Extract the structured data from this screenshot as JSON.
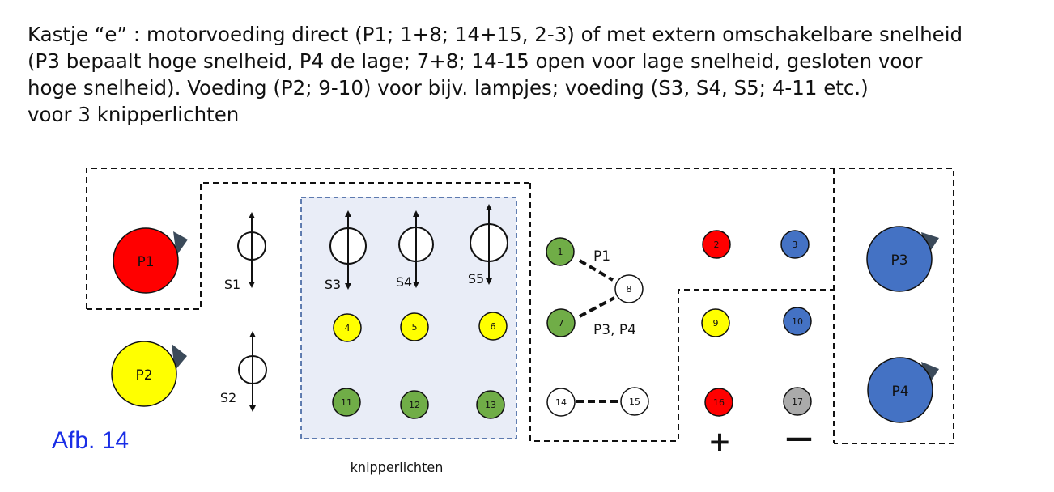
{
  "caption": {
    "line1": "Kastje “e” : motorvoeding direct (P1; 1+8; 14+15, 2-3) of  met extern omschakelbare snelheid",
    "line2": " (P3 bepaalt hoge snelheid, P4 de lage; 7+8; 14-15 open voor lage snelheid, gesloten voor",
    "line3": " hoge snelheid). Voeding (P2; 9-10) voor bijv. lampjes; voeding (S3, S4, S5; 4-11 etc.)",
    "line4": "voor 3 knipperlichten"
  },
  "figure_label": "Afb. 14",
  "colors": {
    "red": "#ff0000",
    "yellow": "#ffff00",
    "blue": "#4472c4",
    "green": "#70ad47",
    "white": "#ffffff",
    "grey": "#aaaaaa",
    "panel": "#e9edf7",
    "panel_border": "#2f5597",
    "figure_label": "#1a2ee6"
  },
  "potentiometers": {
    "p1": "P1",
    "p2": "P2",
    "p3": "P3",
    "p4": "P4"
  },
  "switches": {
    "s1": "S1",
    "s2": "S2",
    "s3": "S3",
    "s4": "S4",
    "s5": "S5"
  },
  "terminals": {
    "t1": "1",
    "t2": "2",
    "t3": "3",
    "t4": "4",
    "t5": "5",
    "t6": "6",
    "t7": "7",
    "t8": "8",
    "t9": "9",
    "t10": "10",
    "t11": "11",
    "t12": "12",
    "t13": "13",
    "t14": "14",
    "t15": "15",
    "t16": "16",
    "t17": "17"
  },
  "connections": {
    "p1_label": "P1",
    "p3p4_label": "P3, P4"
  },
  "polarity": {
    "plus": "+",
    "minus": "—"
  },
  "panel_label": "knipperlichten"
}
